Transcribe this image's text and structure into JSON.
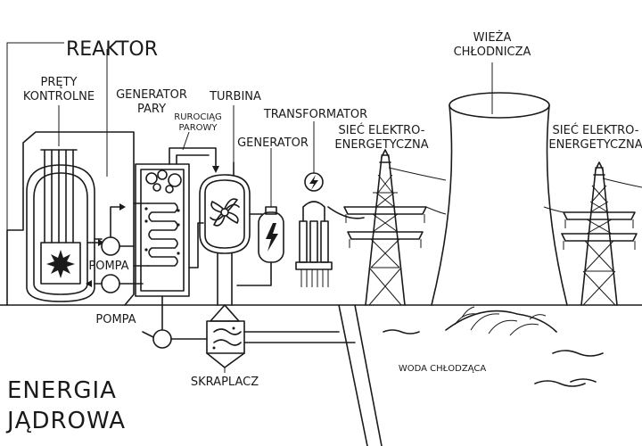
{
  "colors": {
    "ink": "#1a1a1a",
    "background": "#ffffff"
  },
  "labels": {
    "reactor": "REAKTOR",
    "control_rods_line1": "PRĘTY",
    "control_rods_line2": "KONTROLNE",
    "steam_generator_line1": "GENERATOR",
    "steam_generator_line2": "PARY",
    "steam_pipe_line1": "RUROCIĄG",
    "steam_pipe_line2": "PAROWY",
    "turbine": "TURBINA",
    "transformer": "TRANSFORMATOR",
    "generator": "GENERATOR",
    "grid_left_line1": "SIEĆ ELEKTRO-",
    "grid_left_line2": "ENERGETYCZNA",
    "cooling_tower_line1": "WIEŻA",
    "cooling_tower_line2": "CHŁODNICZA",
    "grid_right_line1": "SIEĆ ELEKTRO-",
    "grid_right_line2": "ENERGETYCZNA",
    "pump_primary": "POMPA",
    "pump_secondary": "POMPA",
    "condenser": "SKRAPLACZ",
    "cooling_water": "WODA CHŁODZĄCA",
    "title_line1": "ENERGIA",
    "title_line2": "JĄDROWA"
  },
  "icons": {
    "fan": "turbine-fan-icon",
    "bolt": "lightning-bolt-icon",
    "explosion": "fission-burst-icon"
  }
}
